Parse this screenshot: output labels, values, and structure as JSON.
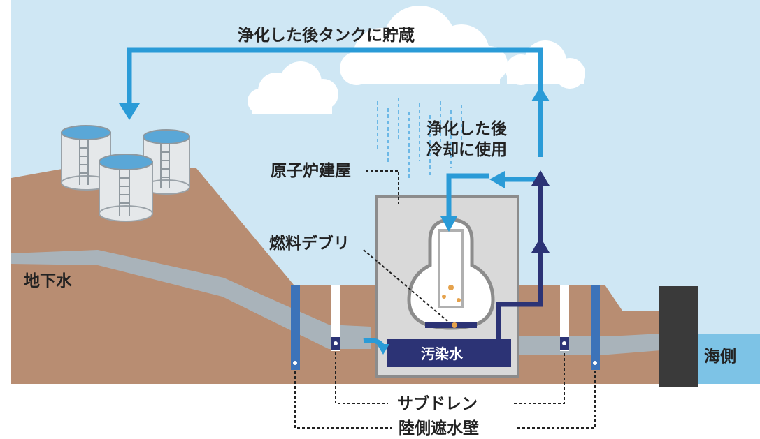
{
  "labels": {
    "purify_store": "浄化した後タンクに貯蔵",
    "purify_cool_1": "浄化した後",
    "purify_cool_2": "冷却に使用",
    "reactor_building": "原子炉建屋",
    "fuel_debris": "燃料デブリ",
    "groundwater": "地下水",
    "contaminated_water": "汚染水",
    "sea_side": "海側",
    "subdrain": "サブドレン",
    "ice_wall": "陸側遮水壁"
  },
  "colors": {
    "sky": "#cfe7f4",
    "soil": "#b88d72",
    "groundwater_flow": "#a9b3ba",
    "purified_flow": "#2a9bd7",
    "contaminated_flow": "#2c3375",
    "ice_wall": "#3c73b9",
    "building": "#b9b9b9",
    "sea": "#7dc3e6",
    "seawall": "#3a3a3a"
  }
}
